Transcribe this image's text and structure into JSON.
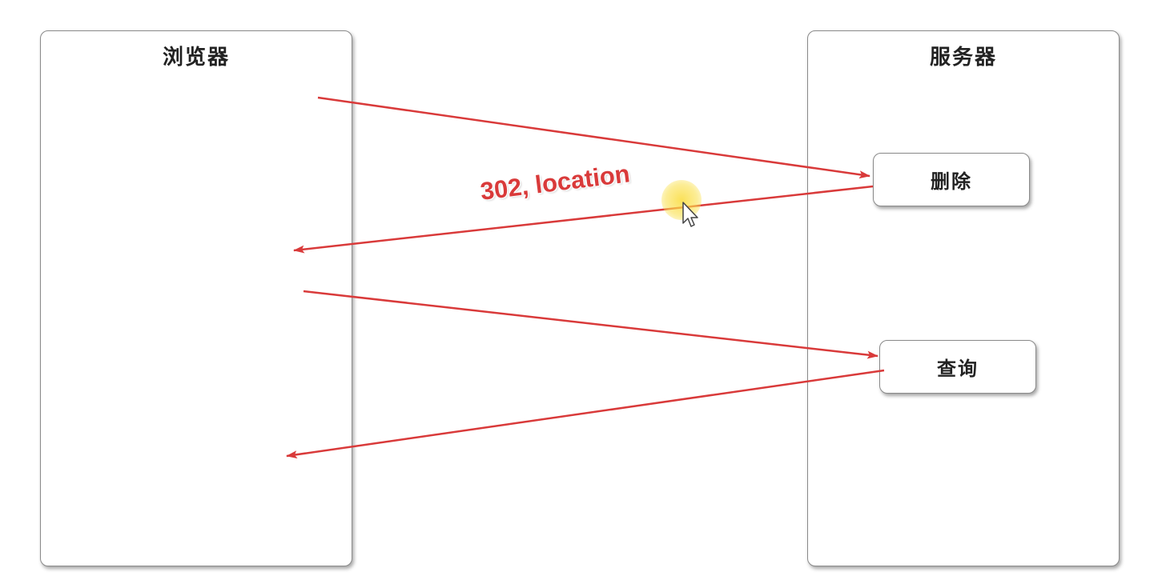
{
  "browser": {
    "title": "浏览器"
  },
  "server": {
    "title": "服务器",
    "nodes": {
      "delete": "删除",
      "query": "查询"
    }
  },
  "redirect_label": "302, location",
  "colors": {
    "arrow": "#d93a3a",
    "border": "#8a8a8a",
    "cursor_highlight": "#f7d94c"
  }
}
